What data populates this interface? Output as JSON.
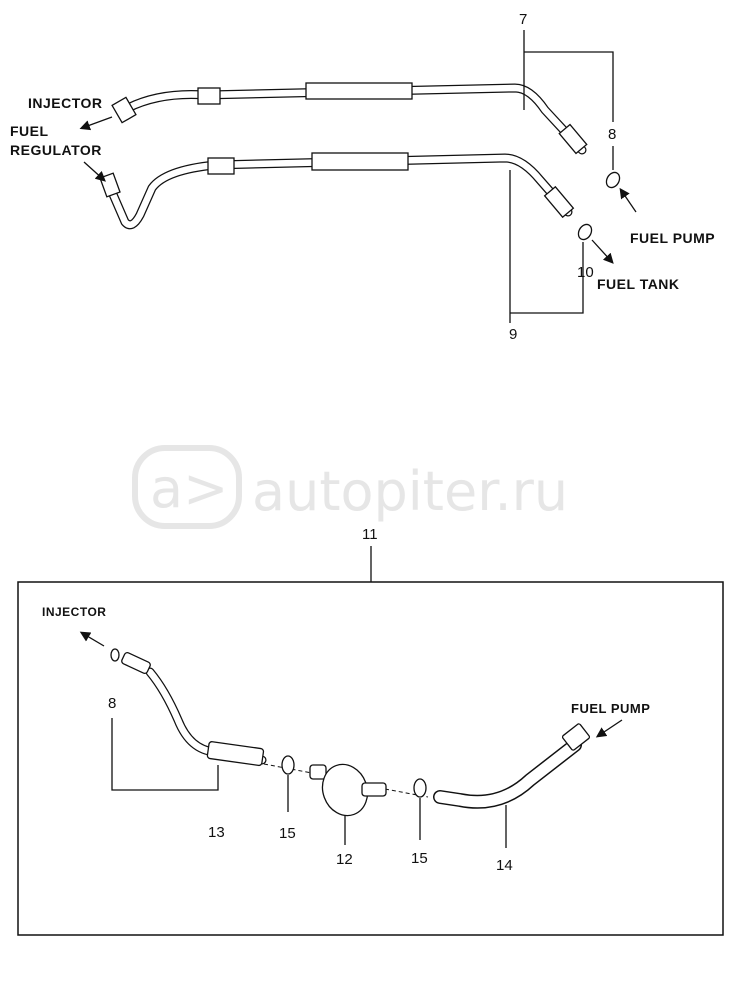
{
  "watermark": {
    "text": "autopiter.ru",
    "logo": "a>"
  },
  "upper_assembly": {
    "callouts": {
      "p7": "7",
      "p8": "8",
      "p9": "9",
      "p10": "10"
    },
    "labels": {
      "injector": "INJECTOR",
      "fuel_regulator_line1": "FUEL",
      "fuel_regulator_line2": "REGULATOR",
      "fuel_pump": "FUEL PUMP",
      "fuel_tank": "FUEL TANK"
    }
  },
  "lower_assembly": {
    "callouts": {
      "p11": "11",
      "p8": "8",
      "p12": "12",
      "p13": "13",
      "p15a": "15",
      "p15b": "15",
      "p14": "14"
    },
    "labels": {
      "injector": "INJECTOR",
      "fuel_pump": "FUEL  PUMP"
    }
  }
}
